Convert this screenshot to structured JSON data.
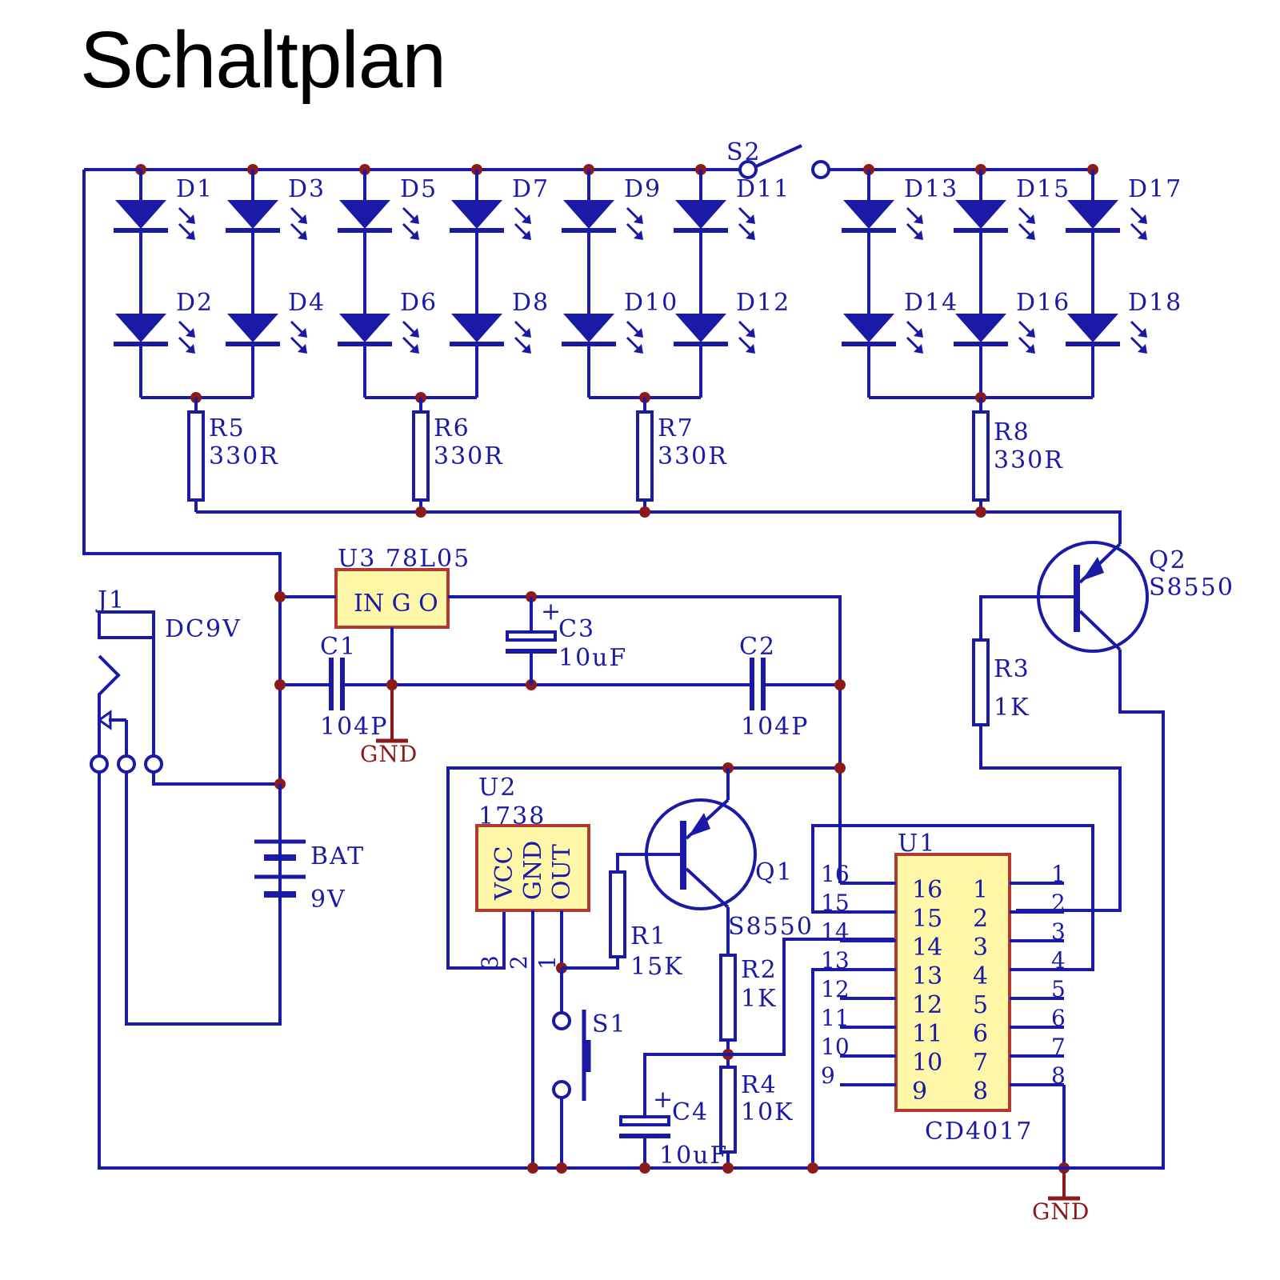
{
  "title": "Schaltplan",
  "colors": {
    "wire": "#1a1aa6",
    "junction": "#8b1a1a",
    "chip_fill": "#fff7a8",
    "chip_border": "#b03a2e",
    "gnd": "#8b1a1a"
  },
  "leds": [
    {
      "top": "D1",
      "bottom": "D2"
    },
    {
      "top": "D3",
      "bottom": "D4"
    },
    {
      "top": "D5",
      "bottom": "D6"
    },
    {
      "top": "D7",
      "bottom": "D8"
    },
    {
      "top": "D9",
      "bottom": "D10"
    },
    {
      "top": "D11",
      "bottom": "D12"
    },
    {
      "top": "D13",
      "bottom": "D14"
    },
    {
      "top": "D15",
      "bottom": "D16"
    },
    {
      "top": "D17",
      "bottom": "D18"
    }
  ],
  "resistors": {
    "r5": {
      "name": "R5",
      "value": "330R"
    },
    "r6": {
      "name": "R6",
      "value": "330R"
    },
    "r7": {
      "name": "R7",
      "value": "330R"
    },
    "r8": {
      "name": "R8",
      "value": "330R"
    },
    "r3": {
      "name": "R3",
      "value": "1K"
    },
    "r1": {
      "name": "R1",
      "value": "15K"
    },
    "r2": {
      "name": "R2",
      "value": "1K"
    },
    "r4": {
      "name": "R4",
      "value": "10K"
    }
  },
  "switches": {
    "s2": "S2",
    "s1": "S1"
  },
  "regulator": {
    "name": "U3",
    "part": "78L05",
    "pins": "IN G O"
  },
  "capacitors": {
    "c1": {
      "name": "C1",
      "value": "104P"
    },
    "c2": {
      "name": "C2",
      "value": "104P"
    },
    "c3": {
      "name": "C3",
      "value": "10uF"
    },
    "c4": {
      "name": "C4",
      "value": "10uF"
    }
  },
  "gnd_label": "GND",
  "jack": {
    "name": "J1",
    "value": "DC9V"
  },
  "battery": {
    "name": "BAT",
    "value": "9V"
  },
  "transistors": {
    "q1": {
      "name": "Q1",
      "part": "S8550"
    },
    "q2": {
      "name": "Q2",
      "part": "S8550"
    }
  },
  "u2": {
    "name": "U2",
    "part": "1738",
    "pins": [
      "VCC",
      "GND",
      "OUT"
    ],
    "pin_numbers": [
      "3",
      "2",
      "1"
    ]
  },
  "u1": {
    "name": "U1",
    "part": "CD4017",
    "left_pins": [
      "16",
      "15",
      "14",
      "13",
      "12",
      "11",
      "10",
      "9"
    ],
    "right_pins": [
      "1",
      "2",
      "3",
      "4",
      "5",
      "6",
      "7",
      "8"
    ]
  }
}
